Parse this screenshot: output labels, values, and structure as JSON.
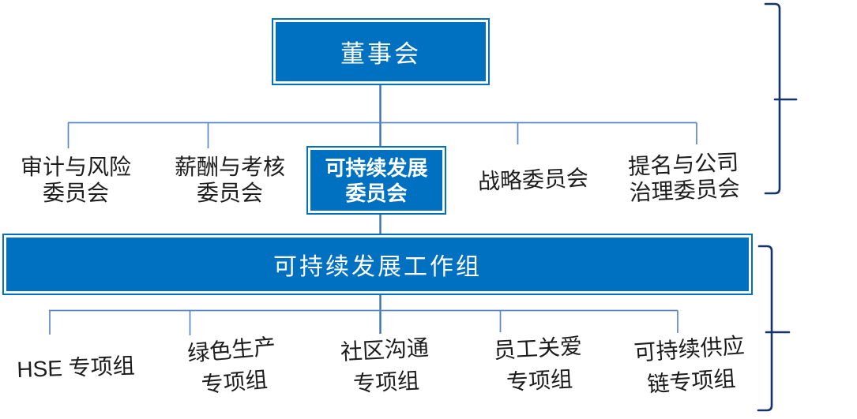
{
  "chart_type": "org-chart",
  "colors": {
    "node_fill": "#0070C0",
    "node_text": "#FFFFFF",
    "connector": "#5B87C5",
    "connector_main": "#3C71B4",
    "bracket": "#16346B",
    "label_text": "#1C1C1C"
  },
  "org": {
    "board": {
      "label": "董事会"
    },
    "committees": [
      {
        "label": "审计与风险\n委员会",
        "highlighted": false
      },
      {
        "label": "薪酬与考核\n委员会",
        "highlighted": false
      },
      {
        "label": "可持续发展\n委员会",
        "highlighted": true
      },
      {
        "label": "战略委员会",
        "highlighted": false
      },
      {
        "label": "提名与公司\n治理委员会",
        "highlighted": false
      }
    ],
    "working_group": {
      "label": "可持续发展工作组"
    },
    "task_groups": [
      {
        "label": "HSE 专项组"
      },
      {
        "label": "绿色生产\n专项组"
      },
      {
        "label": "社区沟通\n专项组"
      },
      {
        "label": "员工关爱\n专项组"
      },
      {
        "label": "可持续供应\n链专项组"
      }
    ],
    "brackets": [
      {
        "name": "board-committee-level-bracket",
        "spans": "董事会至各委员会层级"
      },
      {
        "name": "working-group-level-bracket",
        "spans": "可持续发展工作组至各专项组层级"
      }
    ]
  }
}
